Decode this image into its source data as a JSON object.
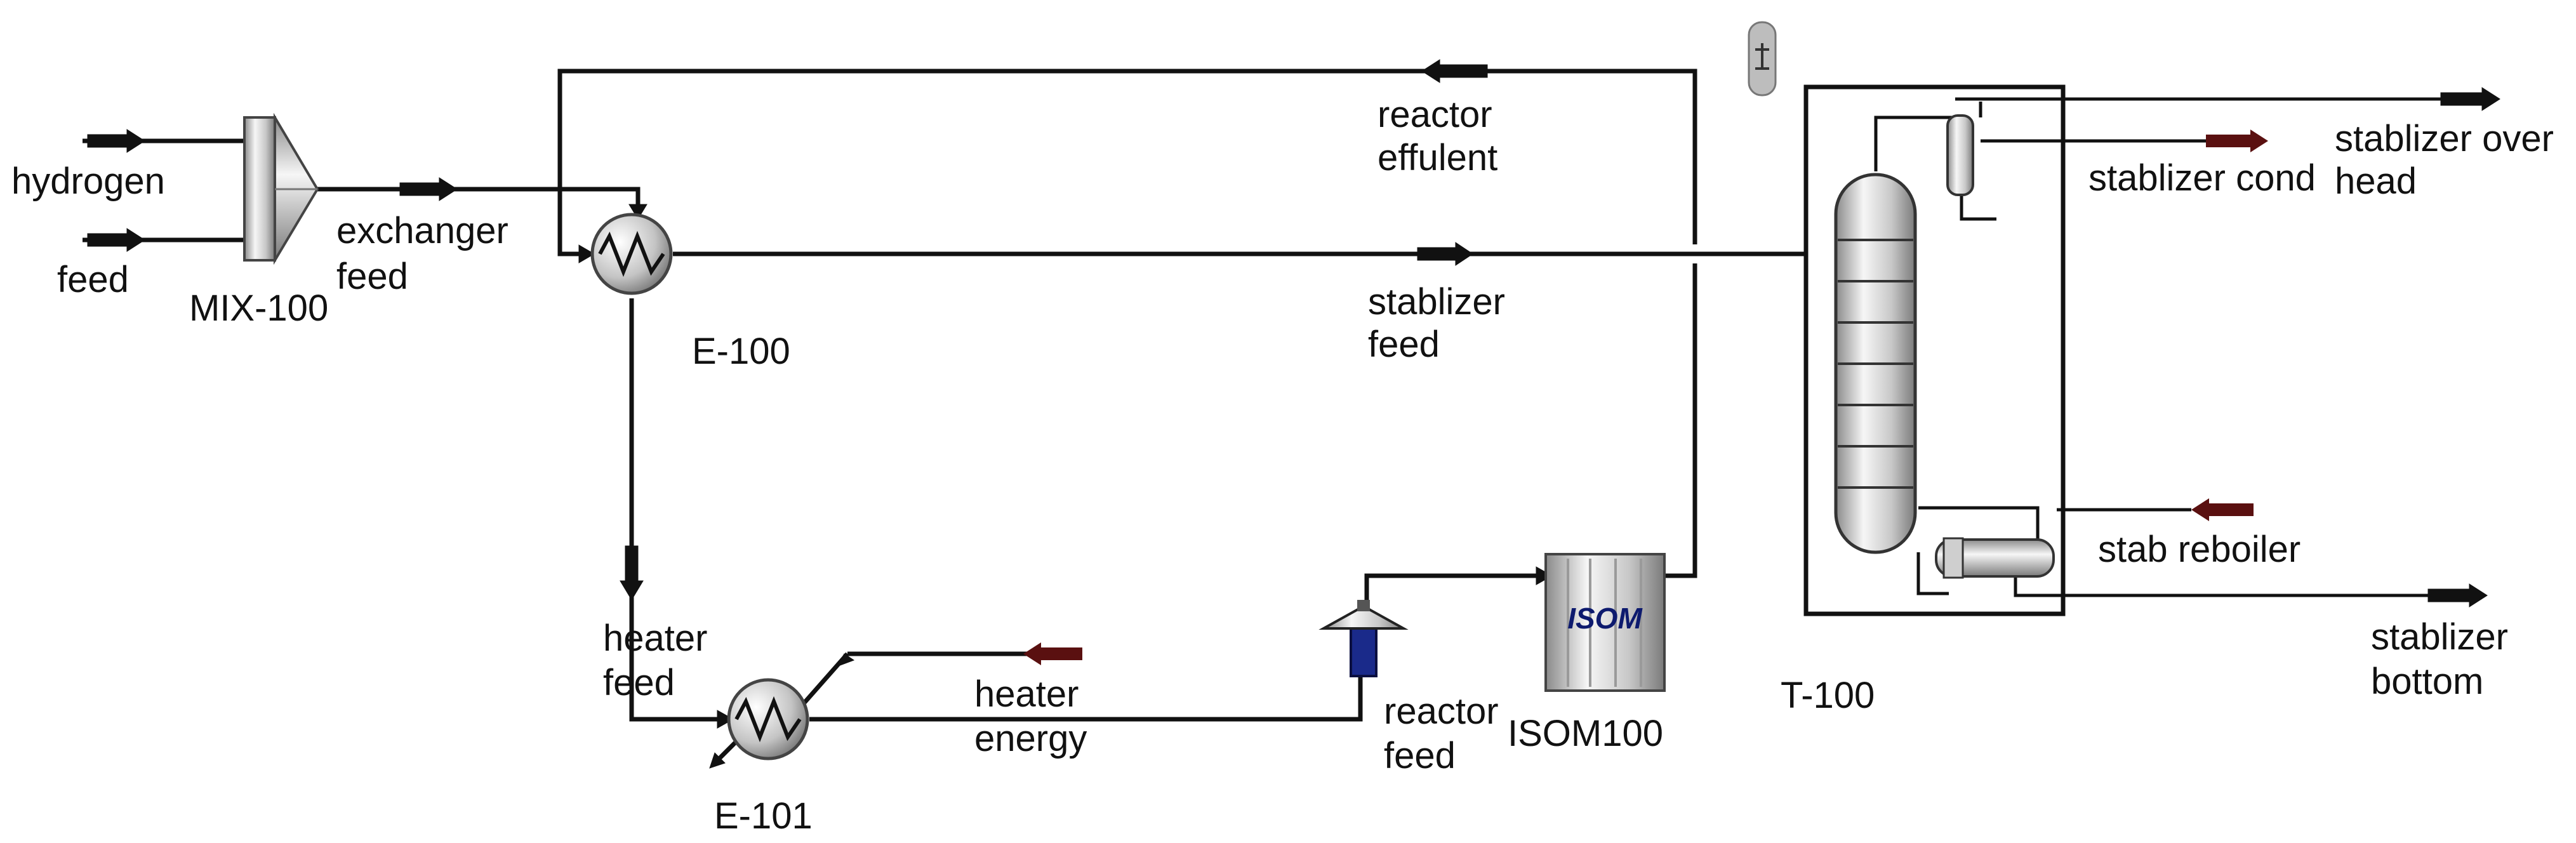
{
  "colors": {
    "line": "#111111",
    "energy_arrow": "#5a1010",
    "stream_arrow": "#111111",
    "pump_blue": "#1a2a8a",
    "isom_text": "#0d1a6e",
    "equipment_light": "#f4f4f4",
    "equipment_dark": "#8a8a8a"
  },
  "equipment": {
    "mixer": {
      "name": "MIX-100",
      "icon": "mixer-icon"
    },
    "exchanger": {
      "name": "E-100",
      "icon": "heat-exchanger-icon"
    },
    "heater": {
      "name": "E-101",
      "icon": "heater-icon"
    },
    "reactor": {
      "name": "ISOM100",
      "inner_label": "ISOM",
      "icon": "reactor-icon"
    },
    "column": {
      "name": "T-100",
      "icon": "distillation-column-icon"
    },
    "pump": {
      "icon": "pump-icon"
    },
    "controller": {
      "icon": "controller-icon"
    }
  },
  "streams": {
    "hydrogen": "hydrogen",
    "feed": "feed",
    "exchanger_feed": [
      "exchanger",
      "feed"
    ],
    "reactor_effulent": [
      "reactor",
      "effulent"
    ],
    "stablizer_feed": [
      "stablizer",
      "feed"
    ],
    "heater_feed": [
      "heater",
      "feed"
    ],
    "heater_energy": [
      "heater",
      "energy"
    ],
    "reactor_feed": [
      "reactor",
      "feed"
    ],
    "stablizer_over_head": [
      "stablizer over",
      "head"
    ],
    "stablizer_cond": "stablizer cond",
    "stab_reboiler": "stab reboiler",
    "stablizer_bottom": [
      "stablizer",
      "bottom"
    ]
  }
}
